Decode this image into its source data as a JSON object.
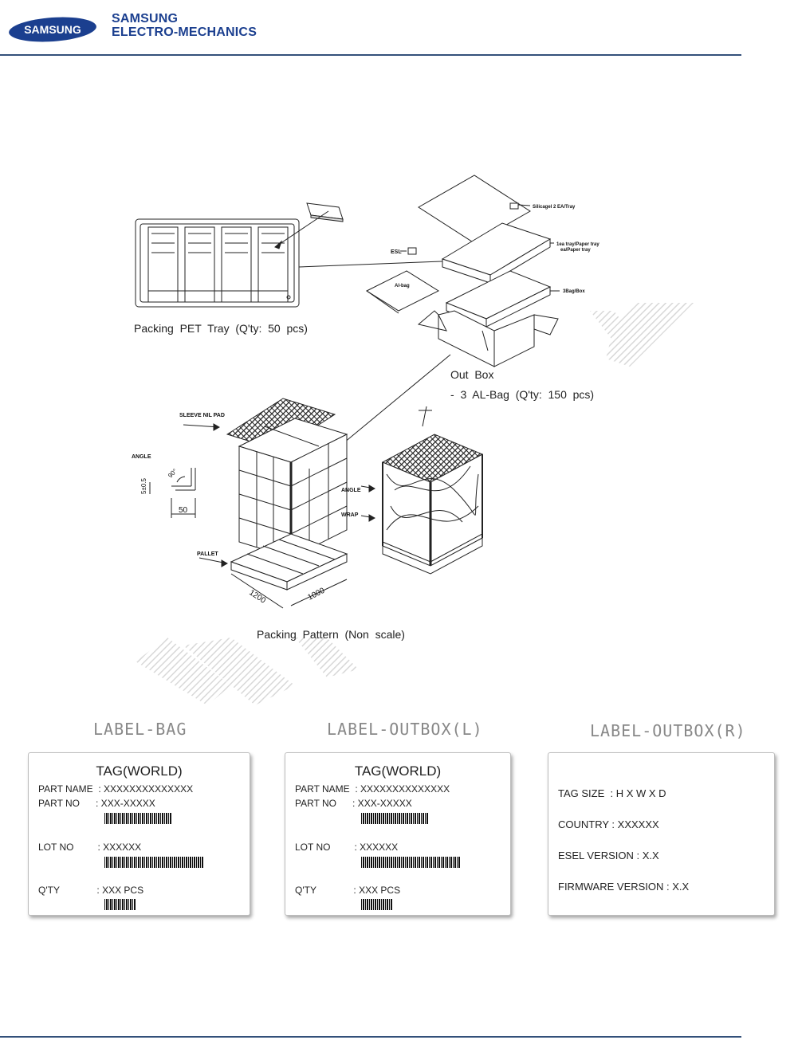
{
  "header": {
    "logo_text": "SAMSUNG",
    "brand_line1": "SAMSUNG",
    "brand_line2": "ELECTRO-MECHANICS",
    "brand_color": "#1b3f8f",
    "rule_color": "#33507a"
  },
  "diagram": {
    "labels": {
      "silicagel": "Silicagel 2 EA/Tray",
      "tray_line1": "1ea tray/Paper tray",
      "tray_line2": "ea/Paper tray",
      "esl": "ESL",
      "al_bag": "Al-bag",
      "bag_box": "3Bag/Box",
      "sleeve": "SLEEVE NIL PAD",
      "angle_left": "ANGLE",
      "angle_dim": "5±0.5",
      "angle_deg": "90°",
      "angle_width": "50",
      "angle_right": "ANGLE",
      "wrap": "WRAP",
      "pallet": "PALLET",
      "dim_1200": "1200",
      "dim_1000": "1000"
    },
    "captions": {
      "tray": "Packing  PET  Tray  (Q'ty:  50  pcs)",
      "outbox_line1": "Out  Box",
      "outbox_line2": "-  3  AL-Bag  (Q'ty:  150  pcs)",
      "pattern": "Packing  Pattern  (Non  scale)"
    }
  },
  "labels": {
    "bag": {
      "heading": "LABEL-BAG",
      "tag_title": "TAG(WORLD)",
      "part_name": "PART NAME  : XXXXXXXXXXXXXX",
      "part_no": "PART NO      : XXX-XXXXX",
      "lot_no": "LOT NO         : XXXXXX",
      "qty": "Q'TY              : XXX PCS"
    },
    "outbox_l": {
      "heading": "LABEL-OUTBOX(L)",
      "tag_title": "TAG(WORLD)",
      "part_name": "PART NAME  : XXXXXXXXXXXXXX",
      "part_no": "PART NO      : XXX-XXXXX",
      "lot_no": "LOT NO         : XXXXXX",
      "qty": "Q'TY              : XXX PCS"
    },
    "outbox_r": {
      "heading": "LABEL-OUTBOX(R)",
      "tag_size": "TAG SIZE  : H X W X D",
      "country": "COUNTRY : XXXXXX",
      "esel_version": "ESEL VERSION : X.X",
      "firmware_version": "FIRMWARE VERSION : X.X"
    }
  }
}
